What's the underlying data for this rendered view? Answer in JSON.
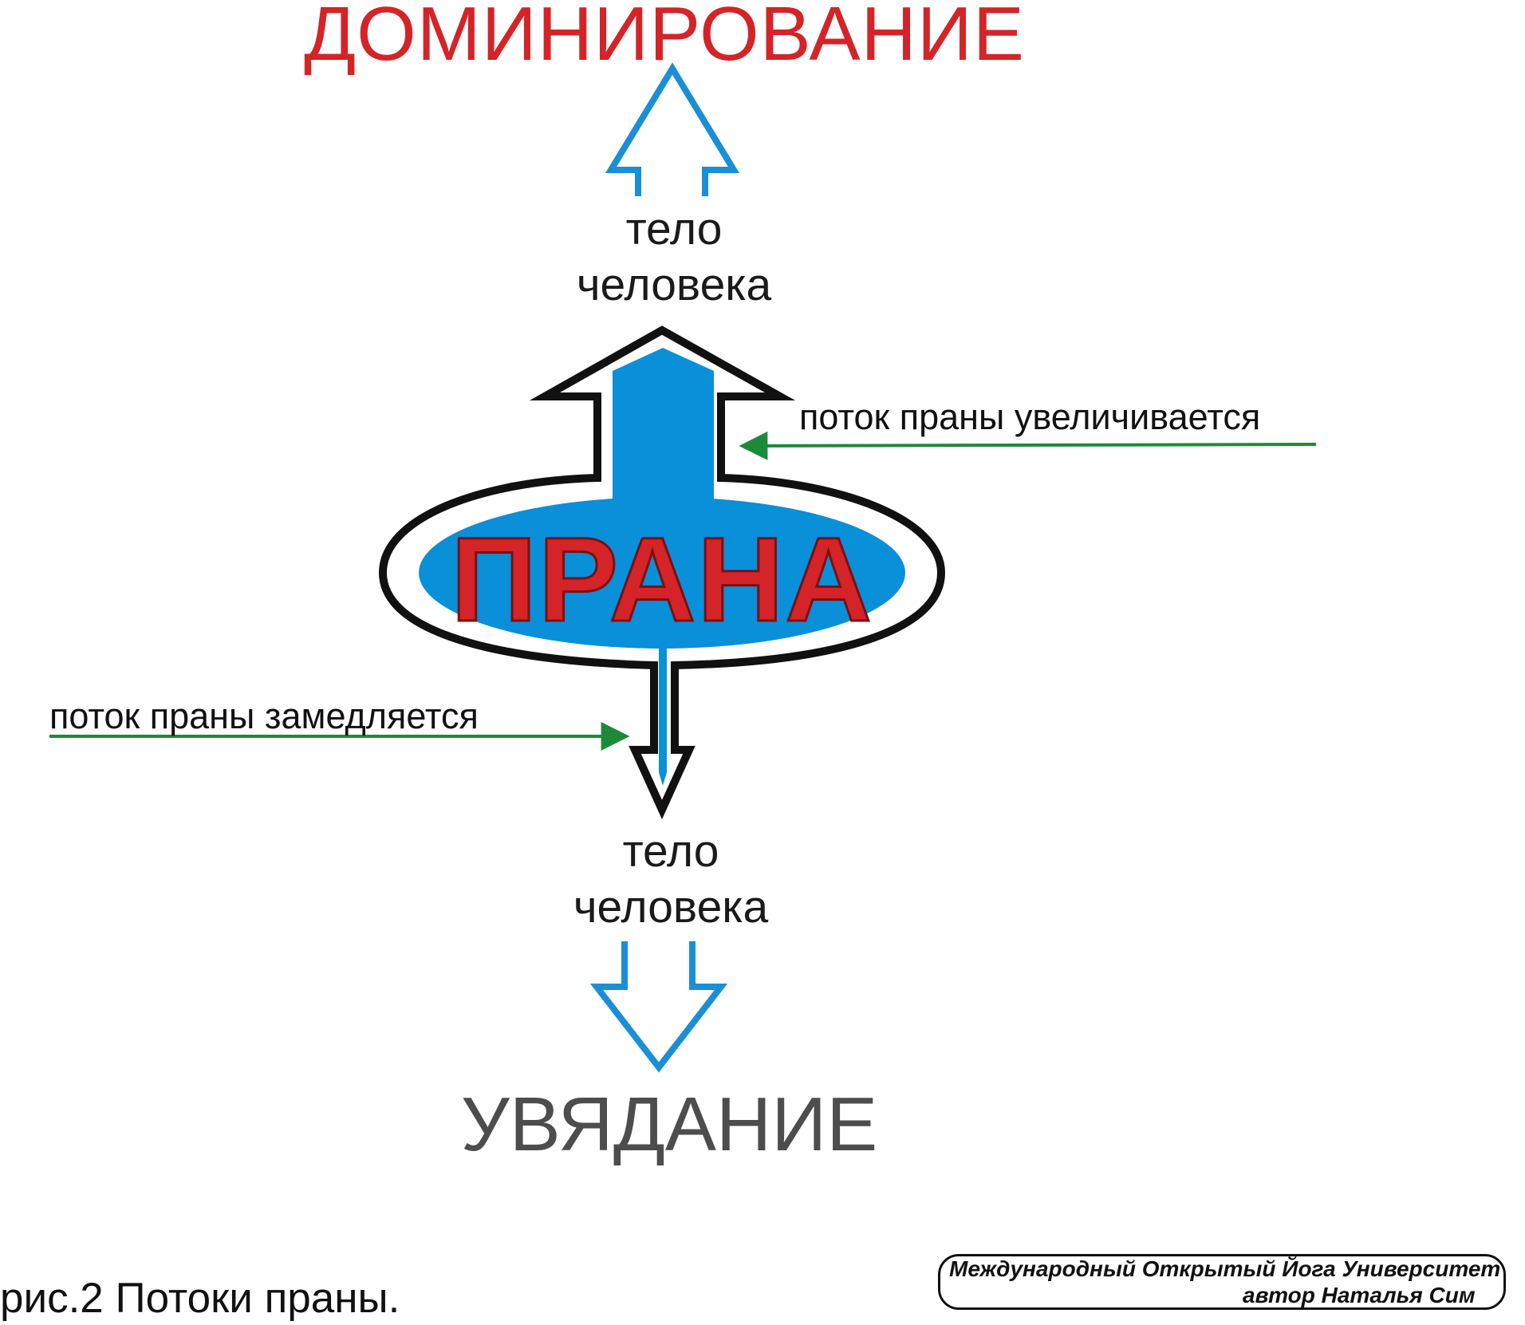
{
  "labels": {
    "top": "ДОМИНИРОВАНИЕ",
    "body_top_line1": "тело",
    "body_top_line2": "человека",
    "center": "ПРАНА",
    "flow_increases": "поток праны увеличивается",
    "flow_slows": "поток праны замедляется",
    "body_bottom_line1": "тело",
    "body_bottom_line2": "человека",
    "bottom": "УВЯДАНИЕ"
  },
  "caption": "рис.2 Потоки праны.",
  "credit": {
    "line1": "Международный Открытый Йога Университет",
    "line2": "автор Наталья Сим"
  },
  "colors": {
    "dominance_red": "#d42428",
    "prana_blue": "#0a8fd9",
    "arrow_blue": "#1a8fd6",
    "annotation_green": "#1d8a3a",
    "withering_gray": "#4d4d4d",
    "outline_black": "#111111"
  }
}
